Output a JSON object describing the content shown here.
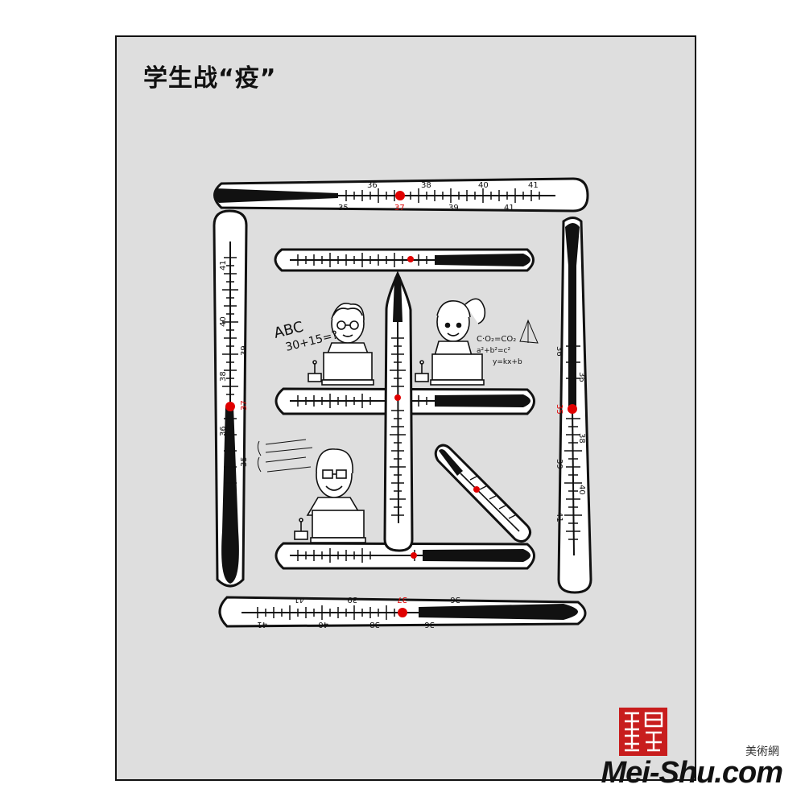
{
  "title": "学生战“疫”",
  "scribbles": {
    "abc": "ABC",
    "sum": "30+15=?",
    "chem1": "C·O₂=CO₂",
    "chem2": "a²+b²=c²",
    "chem3": "y=kx+b"
  },
  "top_thermo_labels": [
    "36",
    "38",
    "40",
    "41",
    "35",
    "37",
    "39",
    "41"
  ],
  "bottom_thermo_labels": [
    "41",
    "39",
    "38",
    "37",
    "36",
    "40",
    "38"
  ],
  "left_thermo_labels": [
    "41",
    "40",
    "39",
    "38",
    "37",
    "36",
    "35"
  ],
  "right_thermo_labels": [
    "35",
    "36",
    "38",
    "39",
    "40",
    "41"
  ],
  "seal_text": "张彦",
  "watermark": {
    "cn": "美術網",
    "en_prefix": "Mei-Shu",
    "en_suffix": ".com"
  },
  "colors": {
    "frame_bg": "#dedede",
    "ink": "#111111",
    "mercury": "#111111",
    "marker": "#e00000",
    "seal": "#c81d1d"
  }
}
